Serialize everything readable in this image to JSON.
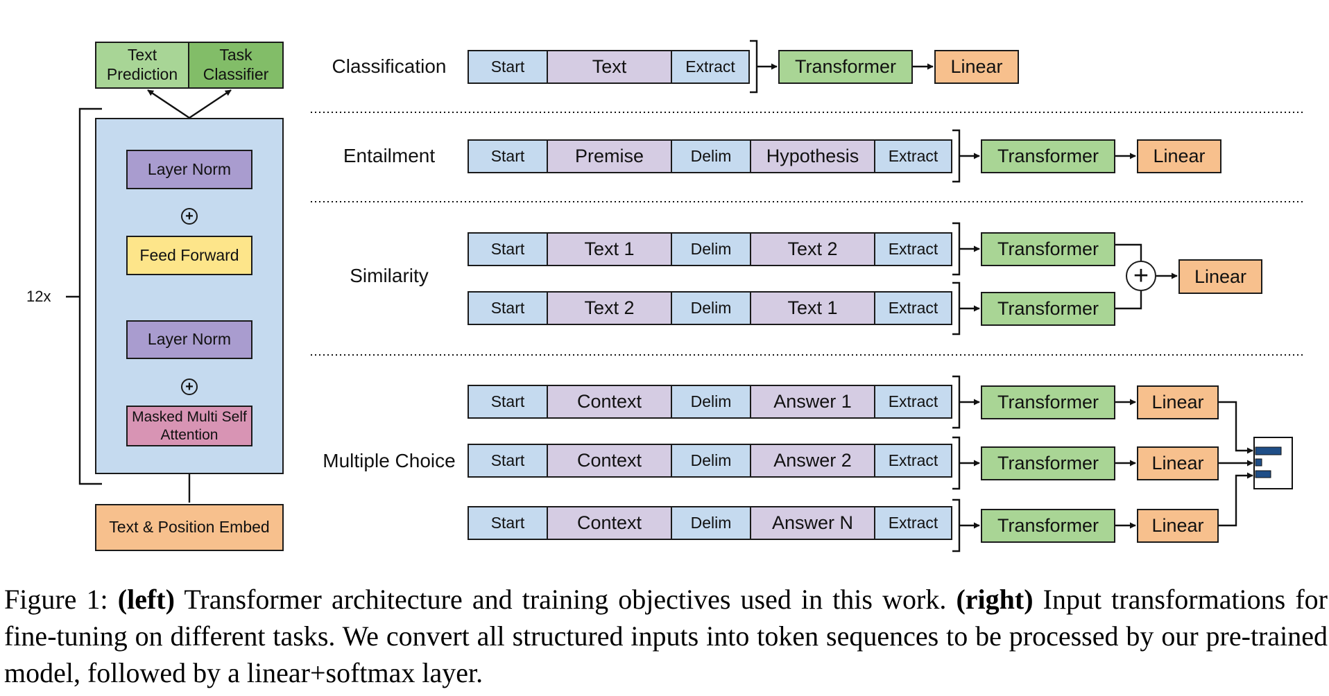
{
  "colors": {
    "blue": "#c5daef",
    "purple_seg": "#d5cce3",
    "purple_block": "#a99ccf",
    "pink": "#d894b4",
    "yellow": "#fde58a",
    "orange": "#f7c08d",
    "green_light": "#a8d596",
    "green_dark": "#82bd68",
    "green_block": "#a9d595",
    "navy": "#1f4e87"
  },
  "left": {
    "text_prediction": "Text Prediction",
    "task_classifier": "Task Classifier",
    "layer_norm_top": "Layer Norm",
    "feed_forward": "Feed Forward",
    "layer_norm_bottom": "Layer Norm",
    "masked_attention": "Masked Multi Self Attention",
    "embed": "Text & Position Embed",
    "repeat": "12x",
    "add_symbol": "+"
  },
  "tasks": {
    "classification": "Classification",
    "entailment": "Entailment",
    "similarity": "Similarity",
    "multiple_choice": "Multiple Choice"
  },
  "sequences": [
    [
      "Start",
      "Text",
      "Extract"
    ],
    [
      "Start",
      "Premise",
      "Delim",
      "Hypothesis",
      "Extract"
    ],
    [
      "Start",
      "Text 1",
      "Delim",
      "Text 2",
      "Extract"
    ],
    [
      "Start",
      "Text 2",
      "Delim",
      "Text 1",
      "Extract"
    ],
    [
      "Start",
      "Context",
      "Delim",
      "Answer 1",
      "Extract"
    ],
    [
      "Start",
      "Context",
      "Delim",
      "Answer 2",
      "Extract"
    ],
    [
      "Start",
      "Context",
      "Delim",
      "Answer N",
      "Extract"
    ]
  ],
  "blocks": {
    "transformer": "Transformer",
    "linear": "Linear",
    "plus": "+"
  },
  "caption": {
    "prefix": "Figure 1: ",
    "left_bold": "(left)",
    "part1": " Transformer architecture and training objectives used in this work. ",
    "right_bold": "(right)",
    "part2": " Input transformations for fine-tuning on different tasks.  We convert all structured inputs into token sequences to be processed by our pre-trained model, followed by a linear+softmax layer."
  }
}
